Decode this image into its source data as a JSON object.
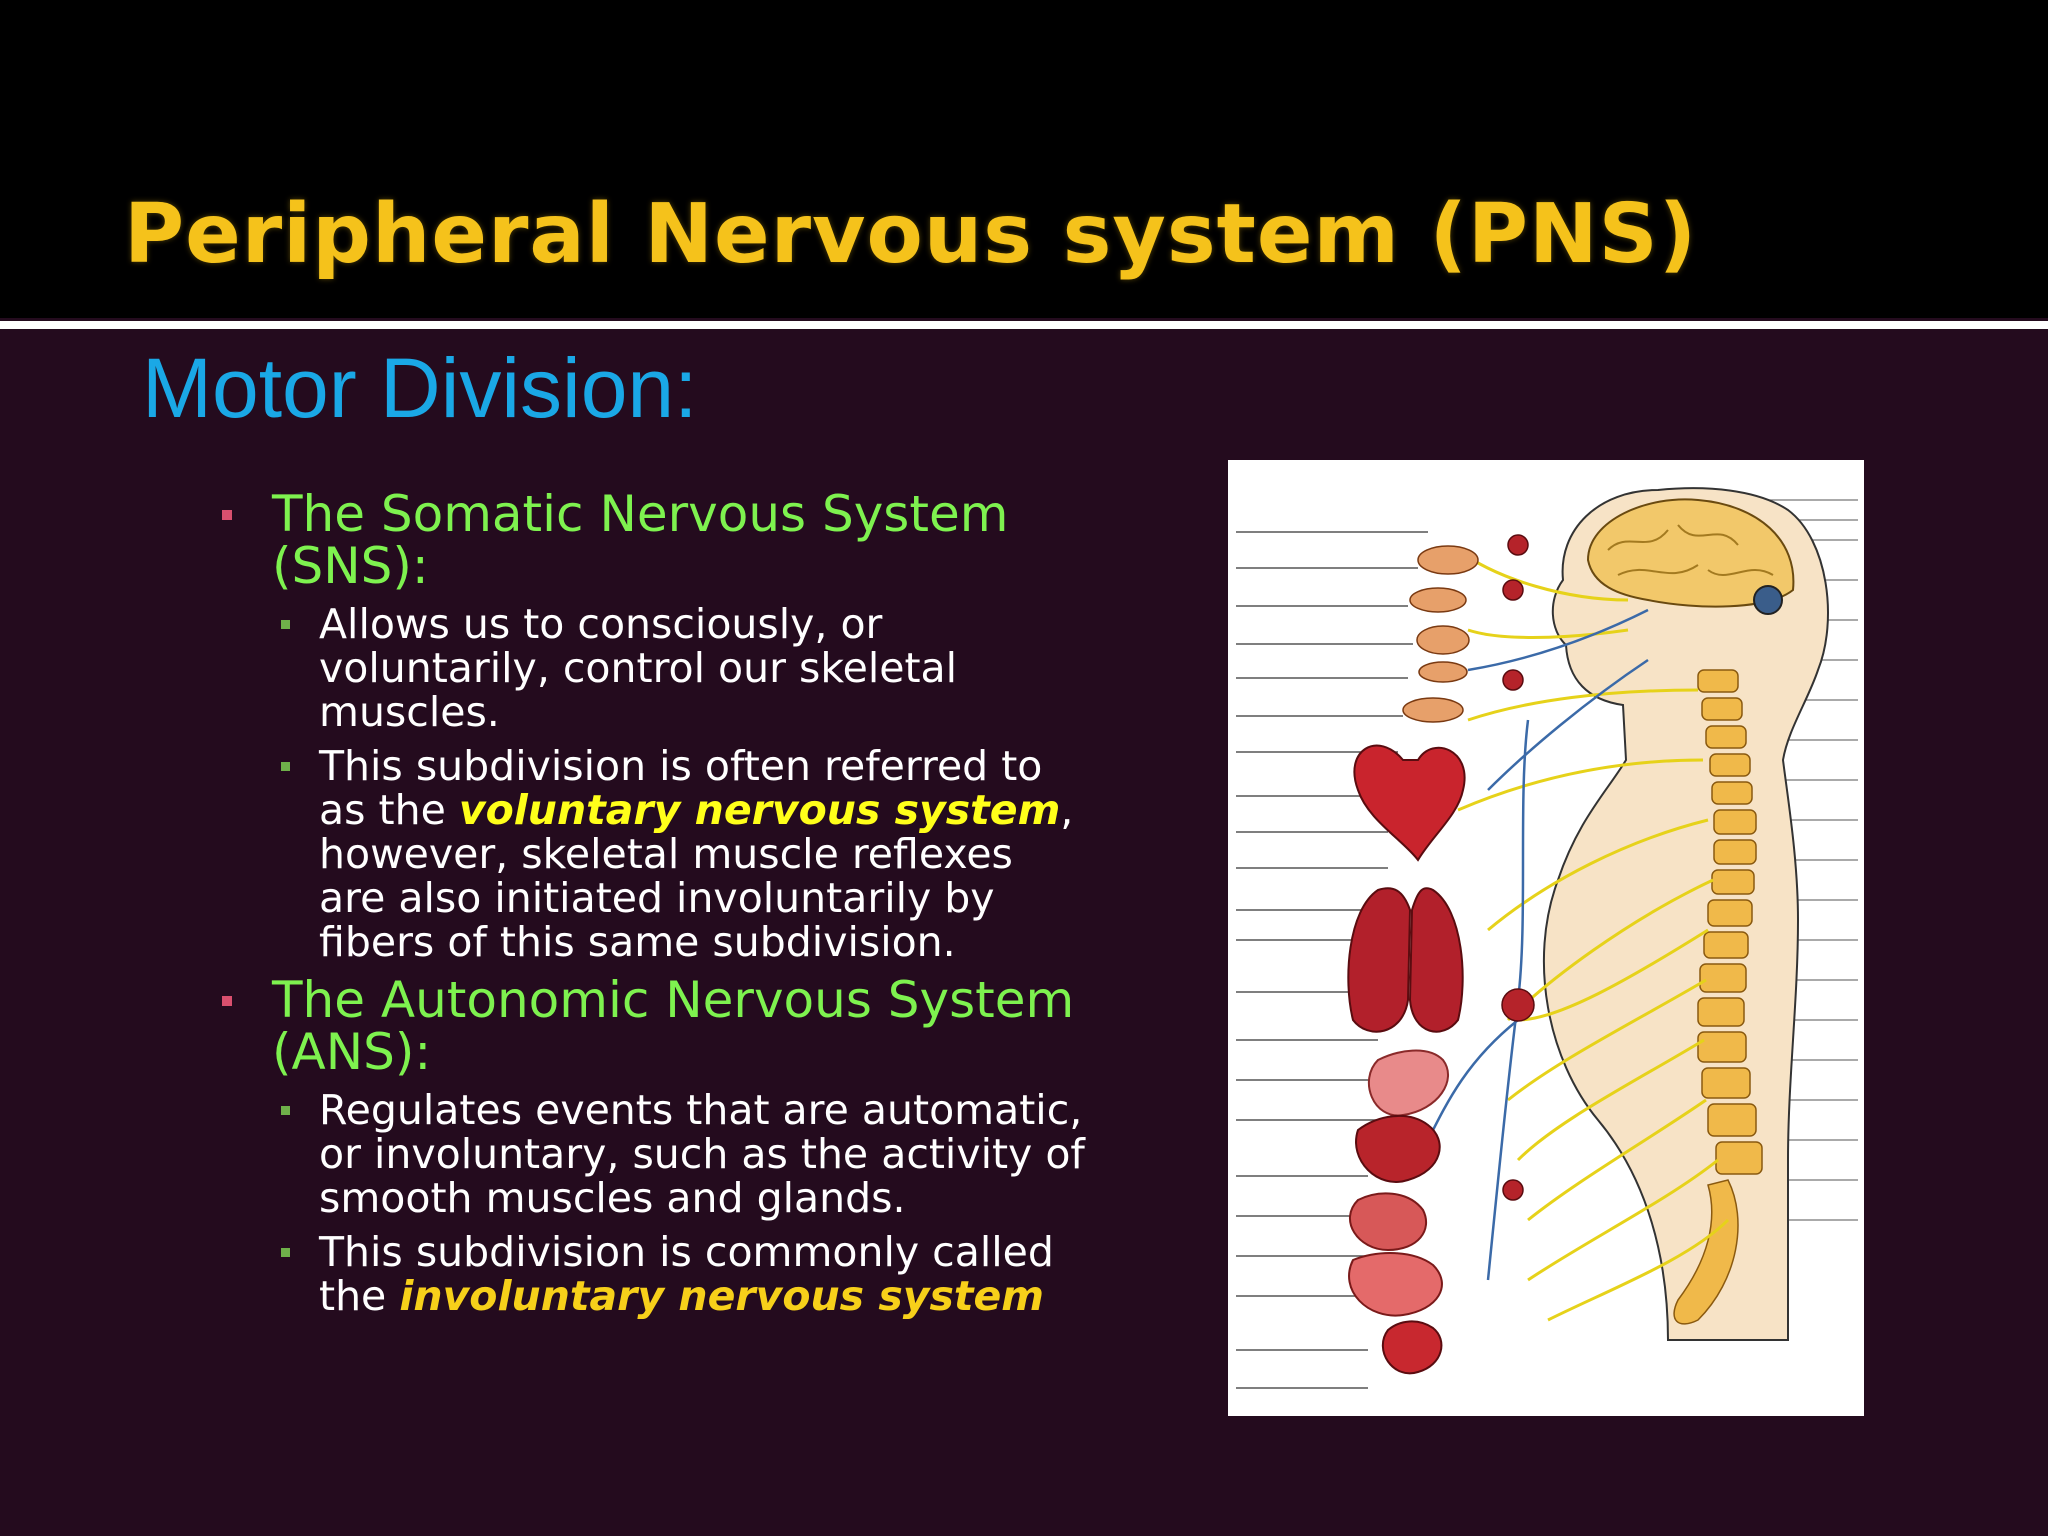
{
  "slide": {
    "title": "Peripheral Nervous system (PNS)",
    "subtitle": "Motor Division:",
    "colors": {
      "background": "#240b1e",
      "title_band": "#000000",
      "title_text": "#f5c21b",
      "subtitle_text": "#1aa8e6",
      "level1_text": "#7ef24f",
      "level2_text": "#ffffff",
      "emphasis_yellow": "#ffff1a",
      "emphasis_orange": "#f7d01a"
    }
  },
  "sections": [
    {
      "heading": "The Somatic Nervous System (SNS):",
      "points": [
        {
          "text": "Allows us to consciously, or voluntarily, control our skeletal muscles."
        },
        {
          "before": "This subdivision is often referred to as the ",
          "emphasis": "voluntary nervous system",
          "after": ", however, skeletal muscle reflexes are also initiated involuntarily by fibers of this same subdivision."
        }
      ]
    },
    {
      "heading": "The Autonomic Nervous System (ANS):",
      "points": [
        {
          "text": "Regulates events that are automatic, or involuntary, such as the activity of smooth muscles and glands."
        },
        {
          "before": "This subdivision is commonly called the ",
          "emphasis": "involuntary nervous system",
          "after": ""
        }
      ]
    }
  ],
  "illustration": {
    "icon": "nervous-system-anatomy-illustration"
  }
}
